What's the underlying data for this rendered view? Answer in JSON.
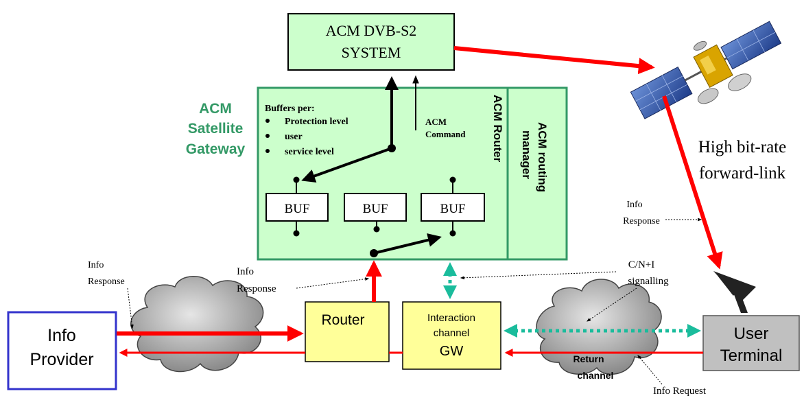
{
  "acm_system": {
    "line1": "ACM DVB-S2",
    "line2": "SYSTEM"
  },
  "gateway_label": {
    "line1": "ACM",
    "line2": "Satellite",
    "line3": "Gateway"
  },
  "buffers": {
    "title": "Buffers per:",
    "items": [
      "Protection level",
      "user",
      "service level"
    ]
  },
  "acm_command": {
    "line1": "ACM",
    "line2": "Command"
  },
  "acm_router": "ACM  Router",
  "routing_manager": {
    "line1": "ACM  routing",
    "line2": "manager"
  },
  "buf_label": "BUF",
  "forward_link": {
    "line1": "High bit-rate",
    "line2": "forward-link"
  },
  "info_response_sat": {
    "line1": "Info",
    "line2": "Response"
  },
  "info_response_left": {
    "line1": "Info",
    "line2": "Response"
  },
  "info_response_mid": {
    "line1": "Info",
    "line2": "Response"
  },
  "cni_signalling": {
    "line1": "C/N+I",
    "line2": "signalling"
  },
  "info_provider": {
    "line1": "Info",
    "line2": "Provider"
  },
  "router": "Router",
  "interaction_gw": {
    "line1": "Interaction",
    "line2": "channel",
    "line3": "GW"
  },
  "return_channel": {
    "line1": "Return",
    "line2": "channel"
  },
  "user_terminal": {
    "line1": "User",
    "line2": "Terminal"
  },
  "info_request": "Info Request",
  "colors": {
    "box_fill": "#ccffcc",
    "box_stroke": "#339966",
    "gateway_text": "#339966",
    "red_arrow": "#ff0000",
    "teal_dotted": "#1abc9c",
    "provider_stroke": "#3333cc",
    "router_fill": "#ffff99",
    "terminal_fill": "#c0c0c0"
  }
}
